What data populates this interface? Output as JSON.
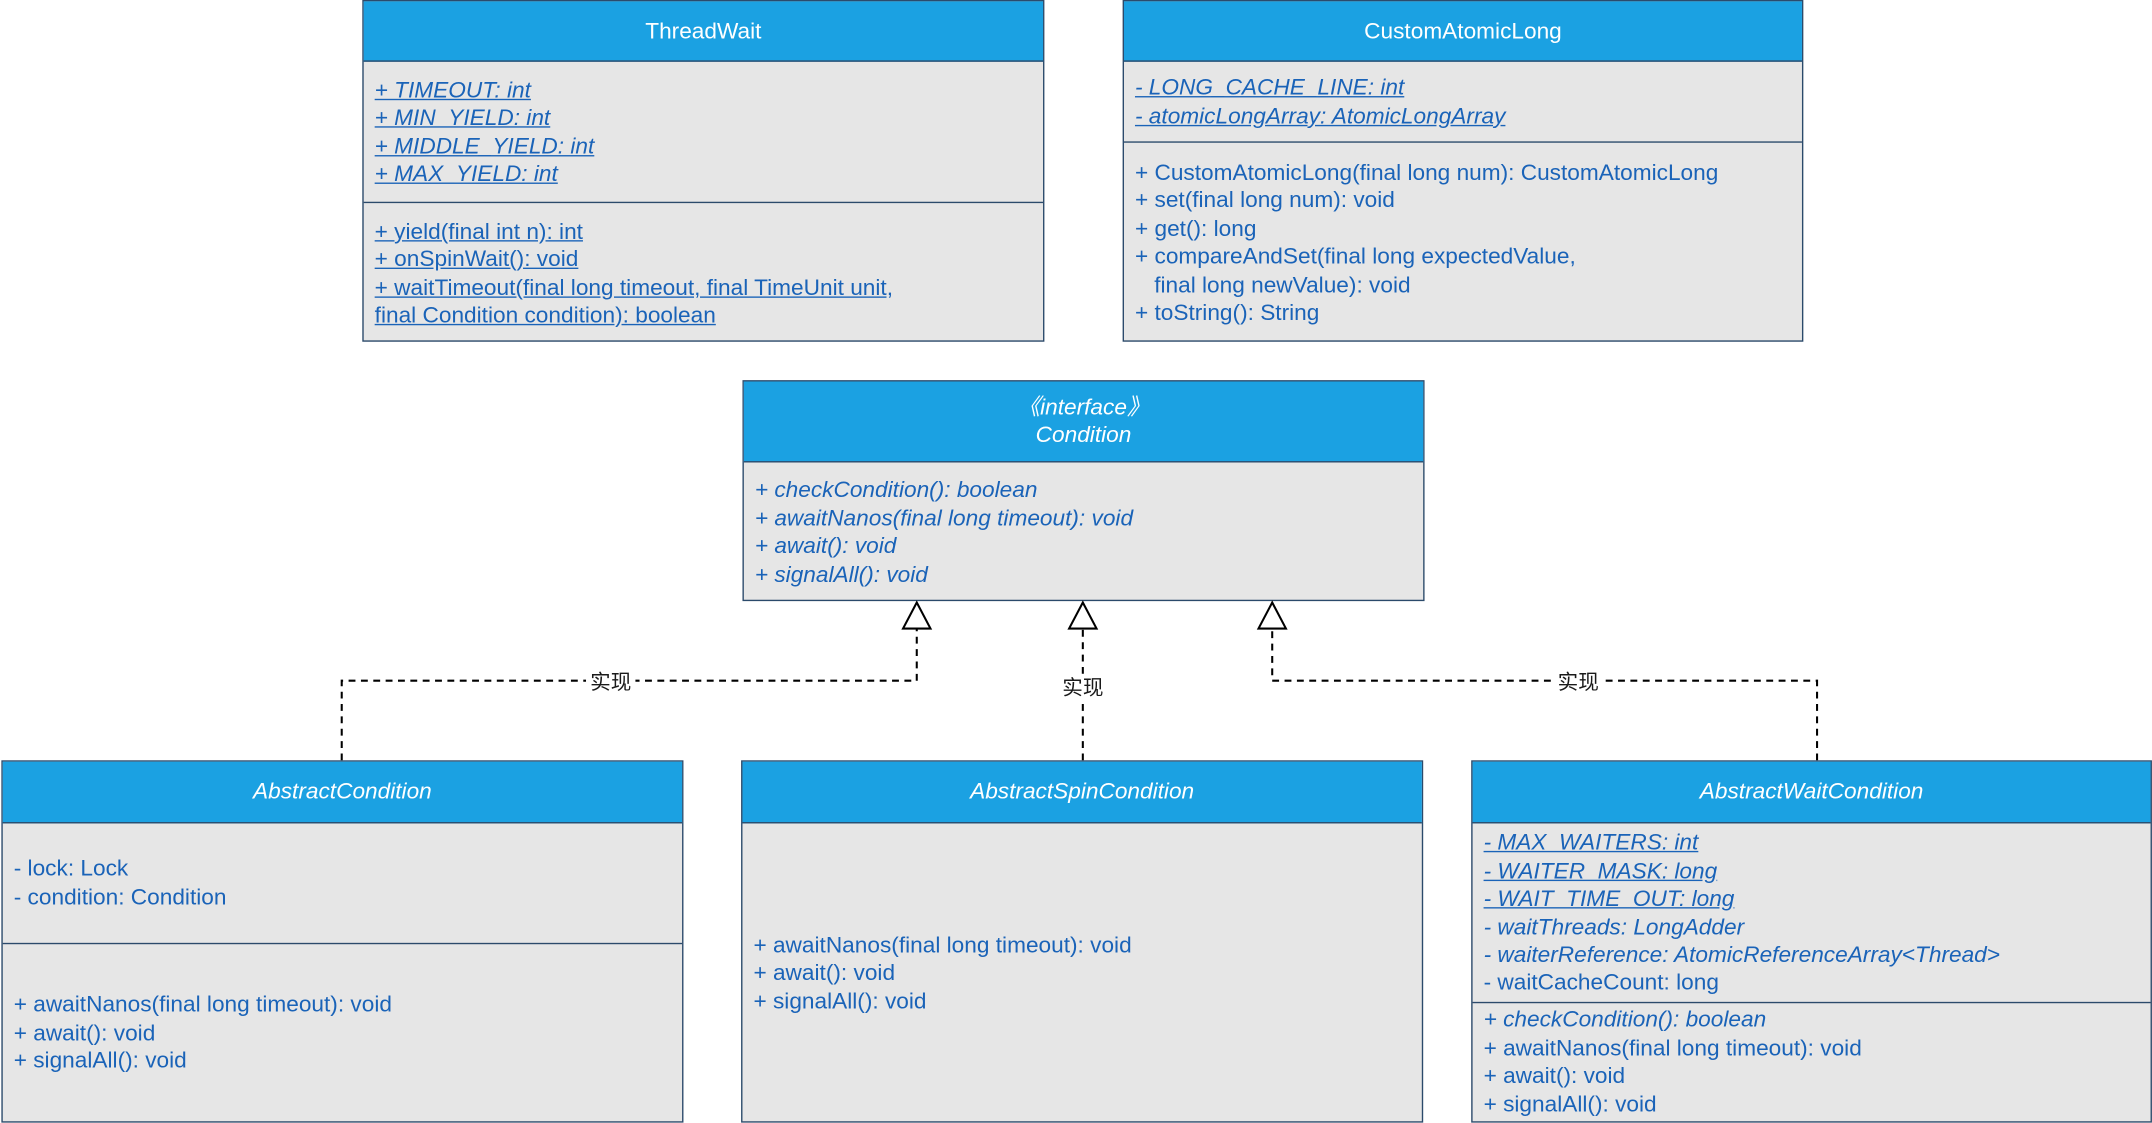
{
  "classes": {
    "thread_wait": {
      "name": "ThreadWait",
      "attributes": [
        "+ TIMEOUT: int",
        "+ MIN_YIELD: int",
        "+ MIDDLE_YIELD: int",
        "+ MAX_YIELD: int"
      ],
      "methods": [
        "+ yield(final int n): int",
        "+ onSpinWait(): void",
        "+ waitTimeout(final long timeout, final TimeUnit unit,",
        "final Condition condition): boolean"
      ]
    },
    "custom_atomic_long": {
      "name": "CustomAtomicLong",
      "attributes": [
        "- LONG_CACHE_LINE: int",
        "- atomicLongArray: AtomicLongArray"
      ],
      "methods": [
        "+ CustomAtomicLong(final long num): CustomAtomicLong",
        "+ set(final long num): void",
        "+ get(): long",
        "+ compareAndSet(final long expectedValue,",
        "final long newValue): void",
        "+ toString(): String"
      ]
    },
    "condition": {
      "stereotype": "《interface》",
      "name": "Condition",
      "methods": [
        "+ checkCondition(): boolean",
        "+ awaitNanos(final long timeout): void",
        "+ await(): void",
        "+ signalAll(): void"
      ]
    },
    "abstract_condition": {
      "name": "AbstractCondition",
      "attributes": [
        "- lock: Lock",
        "- condition: Condition"
      ],
      "methods": [
        "+ awaitNanos(final long timeout): void",
        "+ await(): void",
        "+ signalAll(): void"
      ]
    },
    "abstract_spin_condition": {
      "name": "AbstractSpinCondition",
      "methods": [
        "+ awaitNanos(final long timeout): void",
        "+ await(): void",
        "+ signalAll(): void"
      ]
    },
    "abstract_wait_condition": {
      "name": "AbstractWaitCondition",
      "attributes": [
        "- MAX_WAITERS: int",
        "- WAITER_MASK: long",
        "- WAIT_TIME_OUT: long",
        "- waitThreads: LongAdder",
        "- waiterReference: AtomicReferenceArray<Thread>",
        "- waitCacheCount: long"
      ],
      "methods": [
        "+ checkCondition(): boolean",
        "+ awaitNanos(final long timeout): void",
        "+ await(): void",
        "+ signalAll(): void"
      ]
    }
  },
  "relations": {
    "implements_label": "实现"
  },
  "colors": {
    "header_fill": "#1ba1e2",
    "body_fill": "#e6e6e6",
    "border": "#2b4a6b",
    "member_text": "#1a63b8"
  }
}
